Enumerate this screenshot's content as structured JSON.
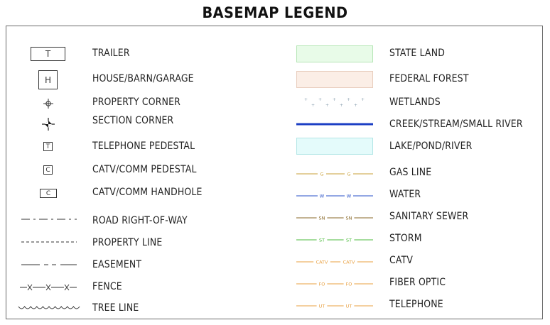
{
  "title": "BASEMAP LEGEND",
  "left_items": [
    {
      "symbol_text": "T",
      "label": "TRAILER"
    },
    {
      "symbol_text": "H",
      "label": "HOUSE/BARN/GARAGE"
    },
    {
      "label": "PROPERTY CORNER"
    },
    {
      "label": "SECTION CORNER"
    },
    {
      "symbol_text": "T",
      "label": "TELEPHONE PEDESTAL"
    },
    {
      "symbol_text": "C",
      "label": "CATV/COMM PEDESTAL"
    },
    {
      "symbol_text": "C",
      "label": "CATV/COMM HANDHOLE"
    },
    {
      "label": "ROAD RIGHT-OF-WAY"
    },
    {
      "label": "PROPERTY LINE"
    },
    {
      "label": "EASEMENT"
    },
    {
      "label": "FENCE"
    },
    {
      "label": "TREE LINE"
    }
  ],
  "right_items": [
    {
      "label": "STATE LAND",
      "fill_color": "#e8fbe8",
      "border_color": "#b6e6b6"
    },
    {
      "label": "FEDERAL FOREST",
      "fill_color": "#fbeee6",
      "border_color": "#e8cdbd"
    },
    {
      "label": "WETLANDS",
      "mark_color": "#8aa0b0"
    },
    {
      "label": "CREEK/STREAM/SMALL RIVER",
      "line_color": "#1c3fc4"
    },
    {
      "label": "LAKE/POND/RIVER",
      "fill_color": "#e4fbfb",
      "border_color": "#b3e6e6"
    },
    {
      "label": "GAS LINE",
      "line_text": "G",
      "line_color": "#c9a13a"
    },
    {
      "label": "WATER",
      "line_text": "W",
      "line_color": "#2a52c9"
    },
    {
      "label": "SANITARY SEWER",
      "line_text": "SN",
      "line_color": "#8a6a2a"
    },
    {
      "label": "STORM",
      "line_text": "ST",
      "line_color": "#4cbb3c"
    },
    {
      "label": "CATV",
      "line_text": "CATV",
      "line_color": "#e8a040"
    },
    {
      "label": "FIBER OPTIC",
      "line_text": "FO",
      "line_color": "#e8a040"
    },
    {
      "label": "TELEPHONE",
      "line_text": "UT",
      "line_color": "#e8a040"
    }
  ],
  "colors": {
    "line_dark": "#333333",
    "frame": "#6a6a6a"
  }
}
